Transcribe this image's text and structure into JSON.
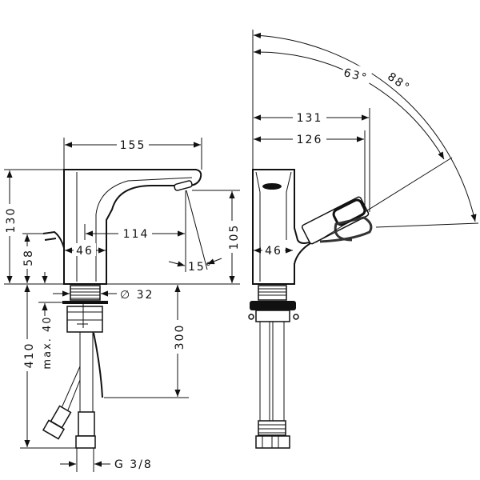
{
  "front_view": {
    "width_total": "155",
    "height_total": "130",
    "lever_height": "58",
    "body_width": "46",
    "spout_reach": "114",
    "outlet_height": "105",
    "spray_angle": "15°",
    "shank_diameter": "∅ 32",
    "hose_length": "300",
    "max_thickness": "max. 40",
    "total_length": "410",
    "connection": "G 3/8"
  },
  "side_view": {
    "handle_reach_max": "131",
    "handle_reach_min": "126",
    "angle_small": "63°",
    "angle_large": "88°",
    "body_width": "46"
  }
}
